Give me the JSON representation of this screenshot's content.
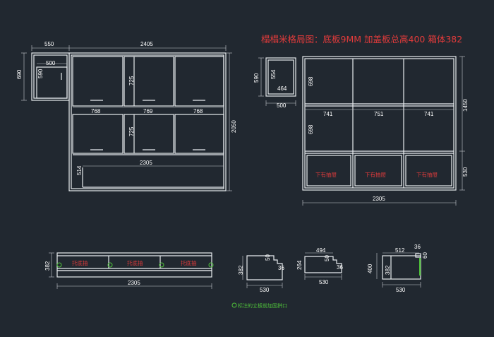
{
  "title": "榻榻米格局图：底板9MM   加盖板总高400   箱体382",
  "dims": {
    "d550": "550",
    "d2405": "2405",
    "d690": "690",
    "d500a": "500",
    "d590a": "590",
    "d725a": "725",
    "d725b": "725",
    "d768a": "768",
    "d769": "769",
    "d768b": "768",
    "d2050": "2050",
    "d2305a": "2305",
    "d514": "514",
    "d554": "554",
    "d590b": "590",
    "d464": "464",
    "d500b": "500",
    "d698a": "698",
    "d698b": "698",
    "d741a": "741",
    "d751": "751",
    "d741b": "741",
    "d1450": "1450",
    "d530a": "530",
    "d2305b": "2305",
    "d382a": "382",
    "d2305c": "2305",
    "d382b": "382",
    "d50a": "50",
    "d36a": "36",
    "d530b": "530",
    "d494": "494",
    "d264": "264",
    "d50b": "50",
    "d36b": "36",
    "d530c": "530",
    "d512": "512",
    "d36c": "36",
    "d60": "60",
    "d400": "400",
    "d382c": "382",
    "d530d": "530"
  },
  "labels": {
    "drawer1": "下有抽屉",
    "drawer2": "下有抽屉",
    "drawer3": "下有抽屉",
    "tray1": "托底抽",
    "tray2": "托底抽",
    "tray3": "托底抽"
  },
  "note": "标注的立板前加固拼口",
  "colors": {
    "background": "#212830",
    "lines": "#e8ecef",
    "red_text": "#e23b3b",
    "green": "#4fc43a"
  }
}
